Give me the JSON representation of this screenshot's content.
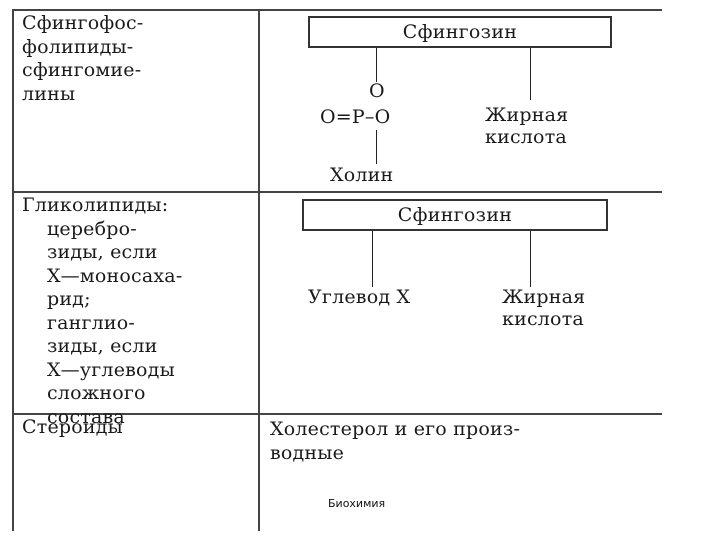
{
  "rows": [
    {
      "class_text": "Сфингофос-\nфолипиды-\nсфингомие-\nлины",
      "diagram": {
        "box_label": "Сфингозин",
        "phosphate_top": "O",
        "phosphate_mid": "O=P–O",
        "bottom_label": "Холин",
        "right_label": "Жирная\nкислота"
      }
    },
    {
      "class_text": "Гликолипиды:\n    церебро-\n    зиды, если\n    X—моносаха-\n    рид;\n    ганглио-\n    зиды, если\n    X—углеводы\n    сложного\n    состава",
      "diagram": {
        "box_label": "Сфингозин",
        "left_label": "Углевод X",
        "right_label": "Жирная\nкислота"
      }
    },
    {
      "class_text": "Стероиды",
      "description": "Холестерол и его произ-\nводные"
    }
  ],
  "footer": "Биохимия"
}
